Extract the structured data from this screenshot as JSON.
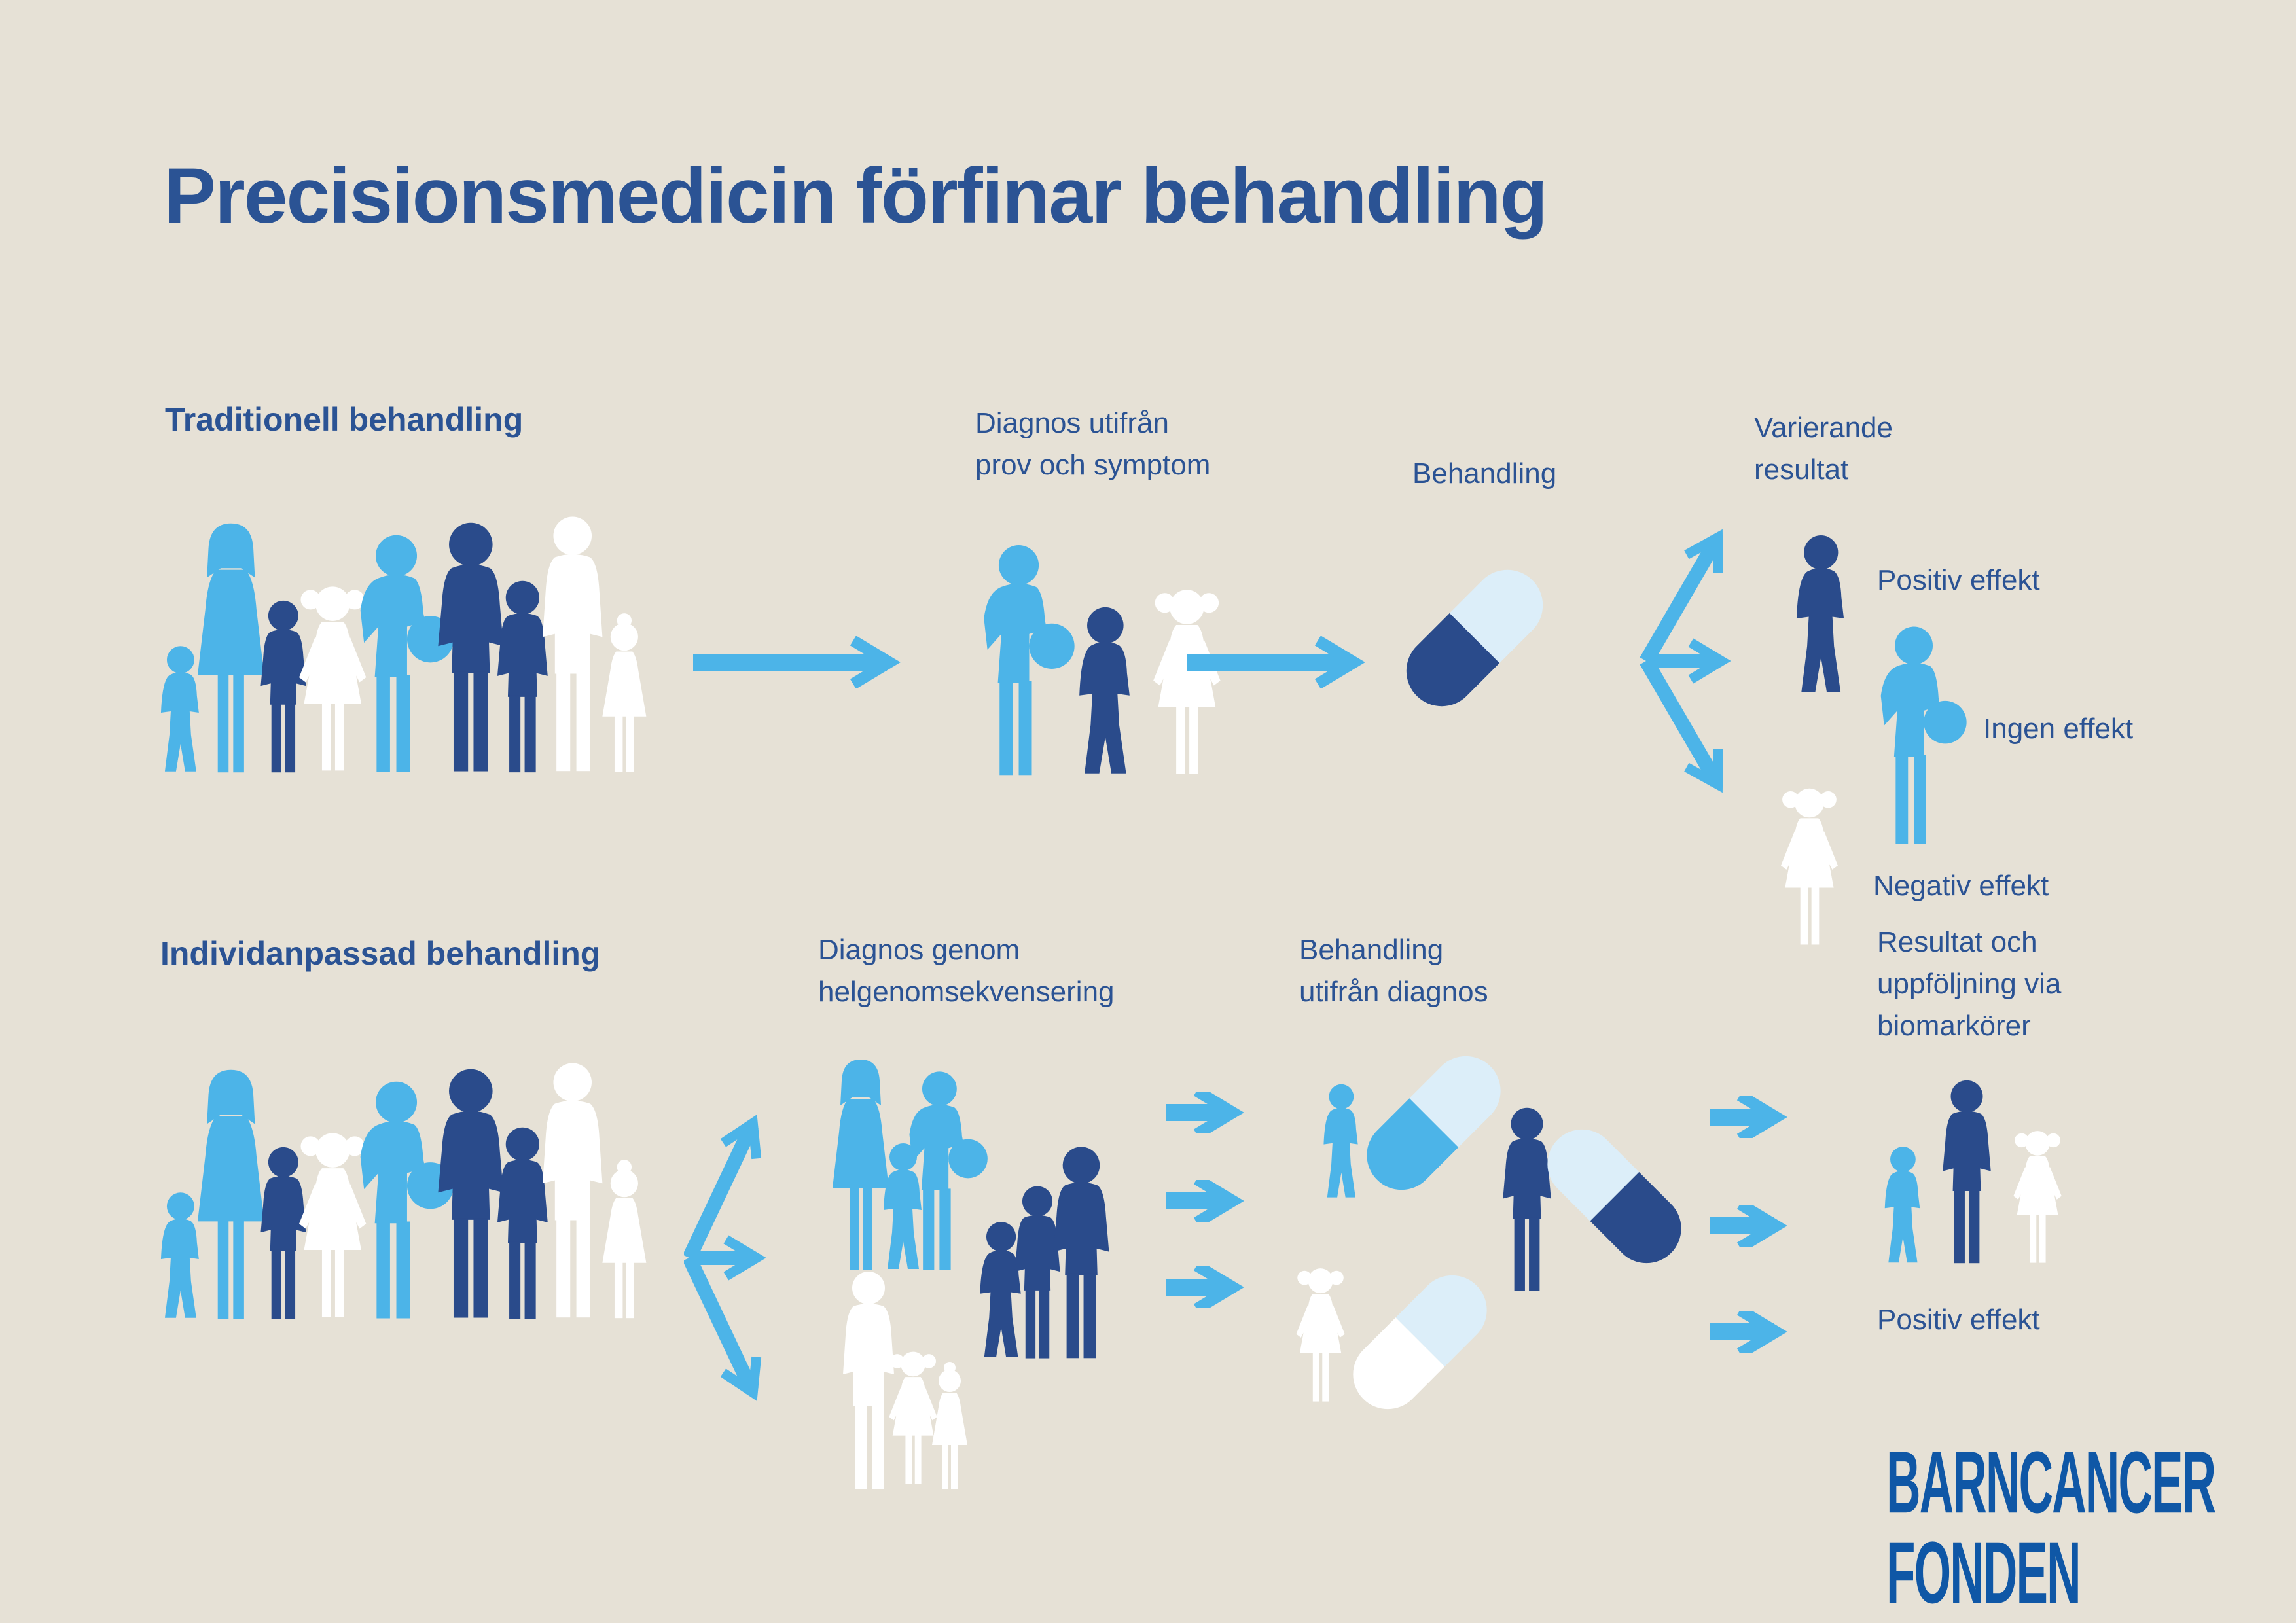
{
  "title": "Precisionsmedicin förfinar behandling",
  "colors": {
    "background": "#E6E1D6",
    "text": "#2B5394",
    "sky": "#4CB4E8",
    "navy": "#2A4B8B",
    "pale": "#DCEEF9",
    "white": "#FFFFFF",
    "logo": "#0F57A6"
  },
  "sections": {
    "traditional": {
      "title": "Traditionell behandling",
      "step_diagnosis": "Diagnos utifrån\nprov och symptom",
      "step_treatment": "Behandling",
      "result_title": "Varierande\nresultat",
      "outcome_positive": "Positiv effekt",
      "outcome_none": "Ingen effekt",
      "outcome_negative": "Negativ effekt"
    },
    "individual": {
      "title": "Individanpassad behandling",
      "step_diagnosis": "Diagnos genom\nhelgenomsekvensering",
      "step_treatment": "Behandling\nutifrån diagnos",
      "result_title": "Resultat och\nuppföljning via\nbiomarkörer",
      "outcome_positive": "Positiv effekt"
    }
  },
  "logo": {
    "line1": "BARNCANCER",
    "line2": "FONDEN"
  },
  "icons": {
    "arrow-right-icon": "→ sky-blue open-chevron arrow",
    "fork-arrow-icon": "three-way branching arrow",
    "pill-icon": "two-tone medicine capsule",
    "figure-icons": [
      "toddler",
      "woman-long-hair",
      "boy",
      "girl-pigtails",
      "boy-with-ball",
      "adult",
      "girl-bun"
    ]
  }
}
